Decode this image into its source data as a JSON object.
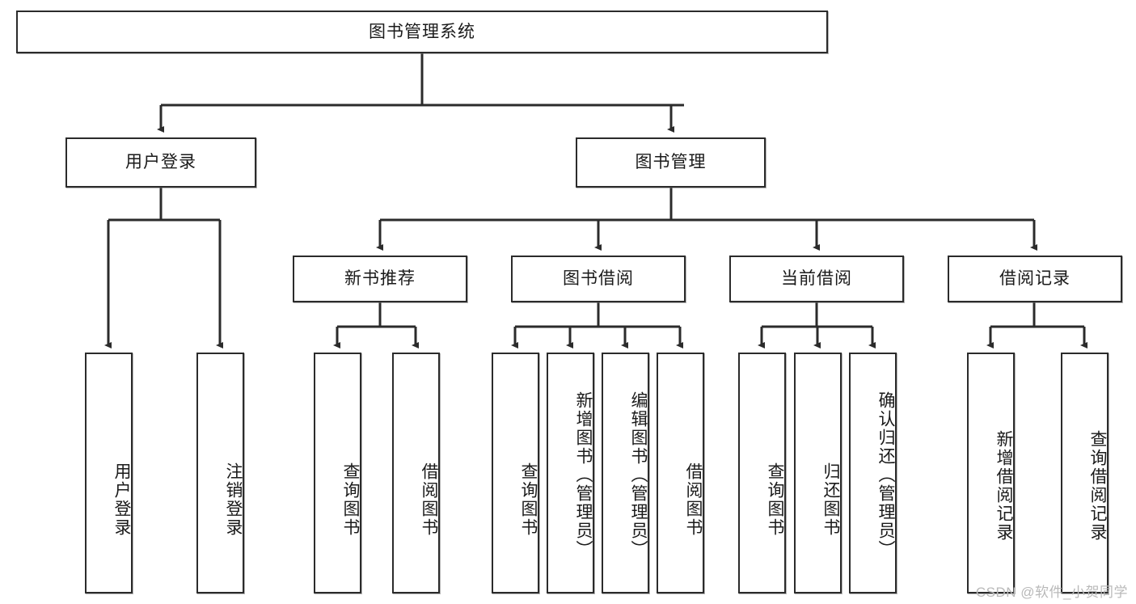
{
  "diagram": {
    "title": "图书管理系统",
    "type": "tree-hierarchy-diagram",
    "colors": {
      "box_border": "#2b2b2b",
      "box_fill": "#ffffff",
      "edge": "#2b2b2b",
      "background": "#ffffff",
      "watermark": "#b9b9b9"
    },
    "root": {
      "label": "图书管理系统"
    },
    "level2": [
      {
        "label": "用户登录"
      },
      {
        "label": "图书管理"
      }
    ],
    "level3": [
      {
        "label": "新书推荐"
      },
      {
        "label": "图书借阅"
      },
      {
        "label": "当前借阅"
      },
      {
        "label": "借阅记录"
      }
    ],
    "leaves": {
      "user_login": [
        {
          "label": "用户登录"
        },
        {
          "label": "注销登录"
        }
      ],
      "new_book_recommend": [
        {
          "label": "查询图书"
        },
        {
          "label": "借阅图书"
        }
      ],
      "book_borrow": [
        {
          "label": "查询图书"
        },
        {
          "label": "新增图书（管理员）"
        },
        {
          "label": "编辑图书（管理员）"
        },
        {
          "label": "借阅图书"
        }
      ],
      "current_borrow": [
        {
          "label": "查询图书"
        },
        {
          "label": "归还图书"
        },
        {
          "label": "确认归还（管理员）"
        }
      ],
      "borrow_record": [
        {
          "label": "新增借阅记录"
        },
        {
          "label": "查询借阅记录"
        }
      ]
    }
  },
  "watermark": {
    "text": "CSDN @软件_小贺同学"
  }
}
